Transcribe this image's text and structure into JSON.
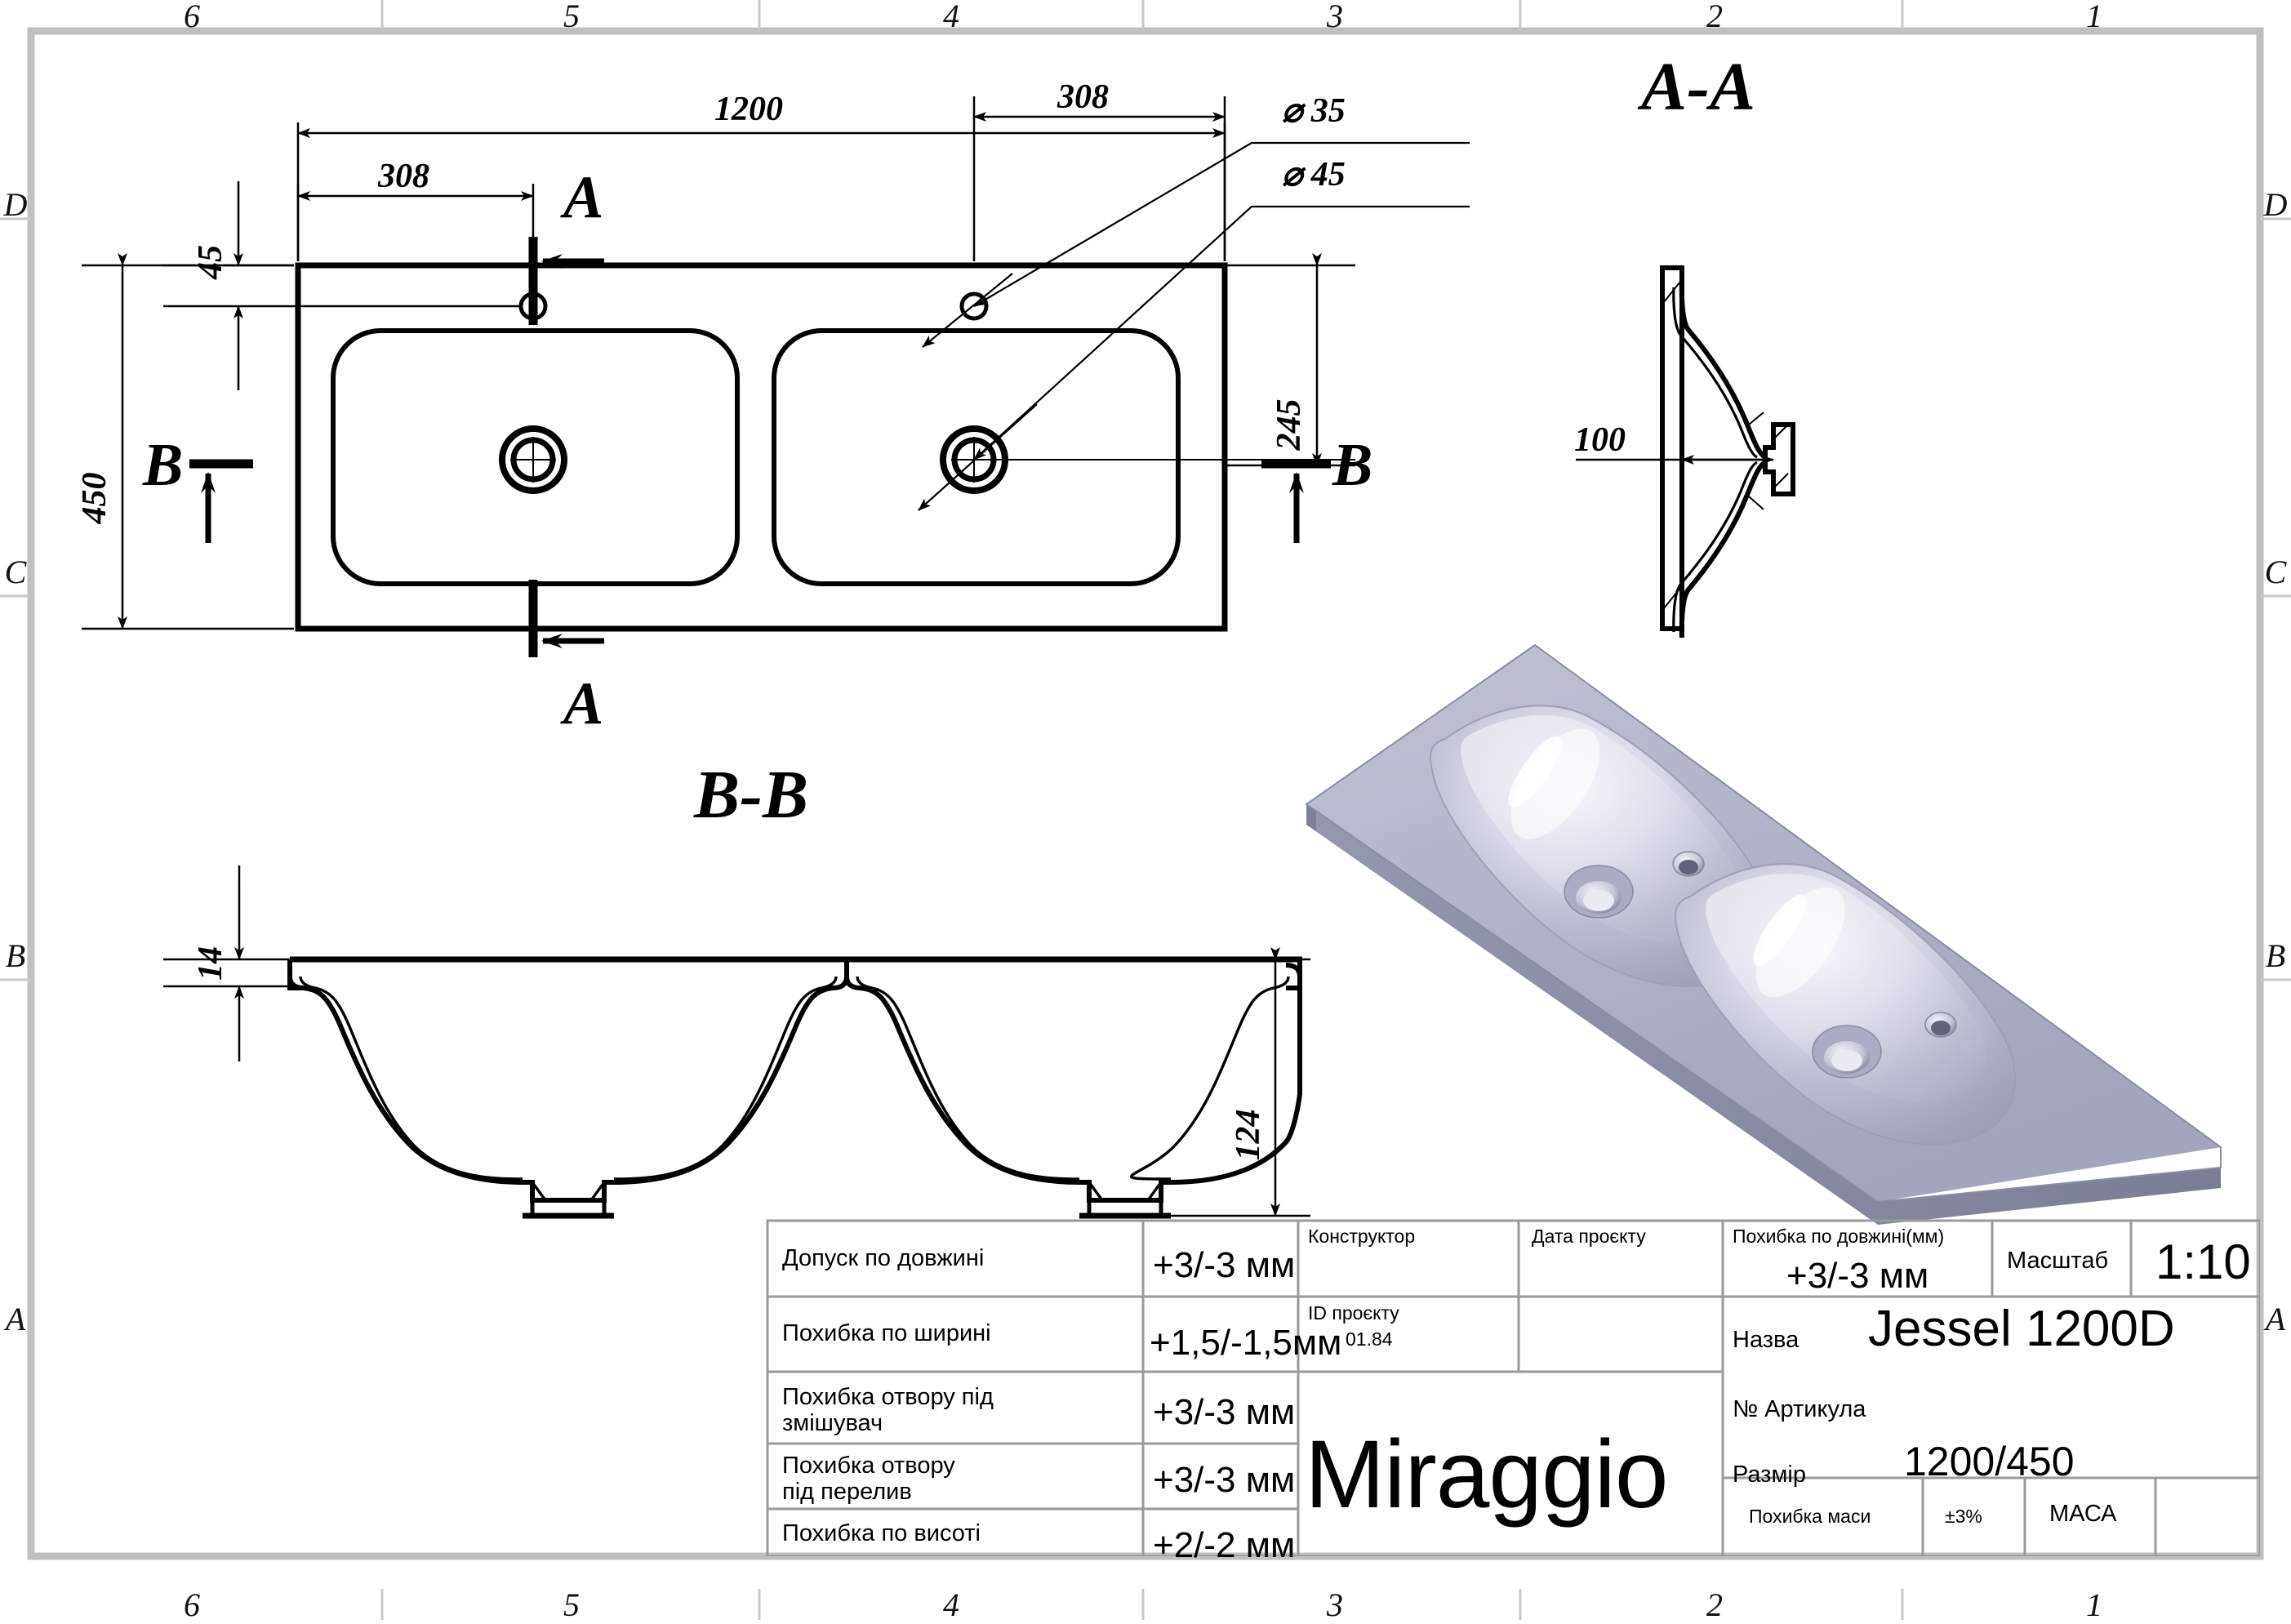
{
  "drawing": {
    "title": "Jessel 1200D technical drawing",
    "scale_value": "1:10",
    "views": {
      "plan_label": "",
      "section_aa_label": "A-A",
      "section_bb_label": "B-B",
      "marker_a_top": "A",
      "marker_a_bottom": "A",
      "marker_b_left": "B",
      "marker_b_right": "B"
    },
    "dimensions": {
      "overall_length": "1200",
      "hole_offset_left": "308",
      "hole_offset_right": "308",
      "edge_to_hole": "45",
      "overall_width": "450",
      "basin_depth_plan": "245",
      "hole_dia_small": "35",
      "hole_dia_large": "45",
      "dia_symbol": "⌀",
      "section_aa_depth": "100",
      "rim_thickness": "14",
      "section_bb_height": "124"
    },
    "border": {
      "columns": [
        "6",
        "5",
        "4",
        "3",
        "2",
        "1"
      ],
      "rows": [
        "D",
        "C",
        "B",
        "A"
      ]
    }
  },
  "title_block": {
    "tolerance_rows": [
      {
        "label": "Допуск по довжині",
        "value": "+3/-3 мм"
      },
      {
        "label": "Похибка по ширині",
        "value": "+1,5/-1,5мм"
      },
      {
        "label": "Похибка отвору під\nзмішувач",
        "value": "+3/-3 мм"
      },
      {
        "label": "Похибка отвору\nпід перелив",
        "value": "+3/-3 мм"
      },
      {
        "label": "Похибка по висоті",
        "value": "+2/-2 мм"
      }
    ],
    "designer_label": "Конструктор",
    "designer_value": "",
    "project_date_label": "Дата проєкту",
    "project_date_value": "",
    "project_id_label": "ID проєкту",
    "project_id_value": "01.84",
    "brand": "Miraggio",
    "length_tolerance_label": "Похибка по довжині(мм)",
    "length_tolerance_value": "+3/-3 мм",
    "scale_label": "Масштаб",
    "scale_value": "1:10",
    "name_label": "Назва",
    "name_value": "Jessel 1200D",
    "article_label": "№ Артикула",
    "article_value": "",
    "size_label": "Размір",
    "size_value": "1200/450",
    "mass_tolerance_label": "Похибка маси",
    "mass_tolerance_value": "±3%",
    "mass_label": "МАСА",
    "mass_value": ""
  },
  "colors": {
    "line": "#000000",
    "frame": "#b8b8b8",
    "thin": "#222222",
    "render_body": "#b0b2c6",
    "render_light": "#e6e8f2",
    "render_dark": "#8c8fa6",
    "render_edge": "#6f7286"
  }
}
